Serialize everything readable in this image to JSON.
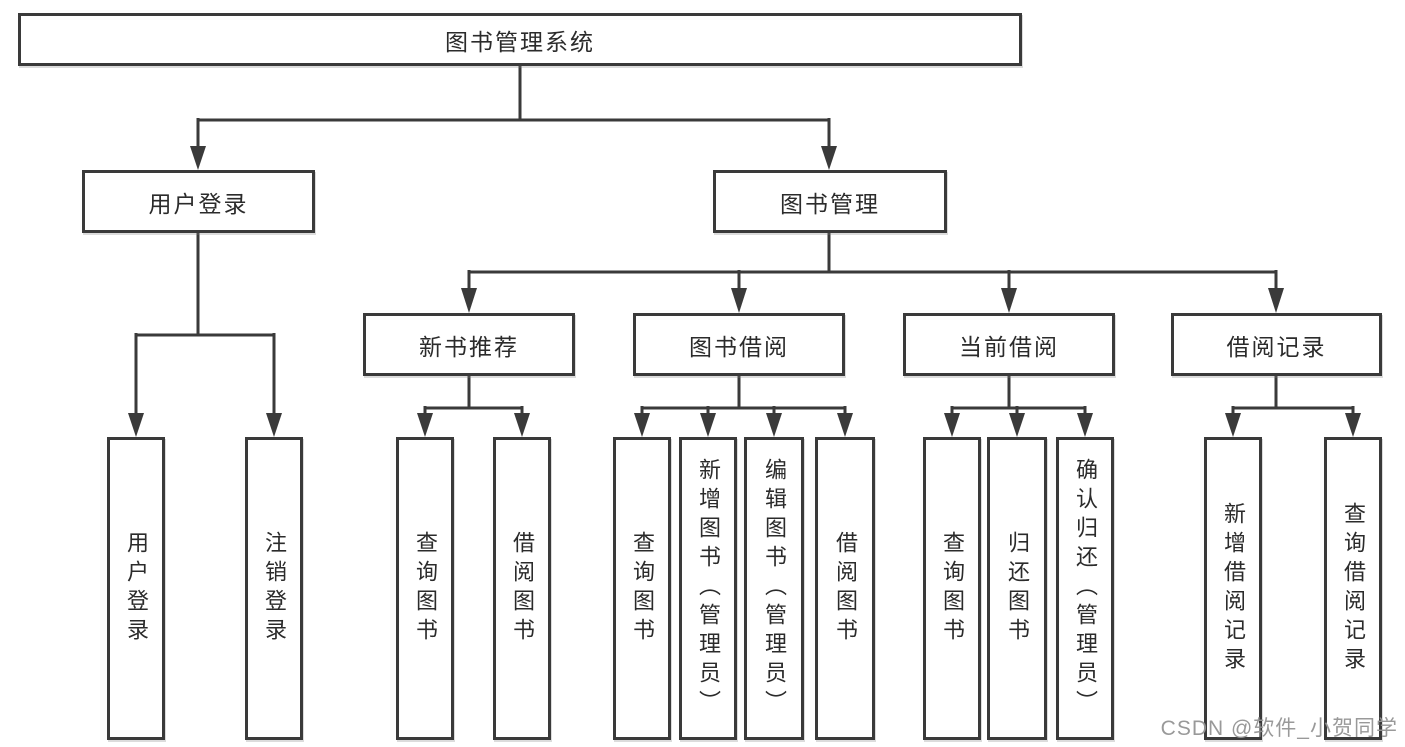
{
  "colors": {
    "line": "#3a3a3a",
    "box_border": "#3a3a3a",
    "text": "#2b2b2b",
    "watermark": "#949494",
    "background": "#ffffff"
  },
  "watermark": {
    "text": "CSDN @软件_小贺同学"
  },
  "tree": {
    "label": "图书管理系统",
    "children": [
      {
        "label": "用户登录",
        "children": [
          {
            "label": "用户登录"
          },
          {
            "label": "注销登录"
          }
        ]
      },
      {
        "label": "图书管理",
        "children": [
          {
            "label": "新书推荐",
            "children": [
              {
                "label": "查询图书"
              },
              {
                "label": "借阅图书"
              }
            ]
          },
          {
            "label": "图书借阅",
            "children": [
              {
                "label": "查询图书"
              },
              {
                "label": "新增图书（管理员）"
              },
              {
                "label": "编辑图书（管理员）"
              },
              {
                "label": "借阅图书"
              }
            ]
          },
          {
            "label": "当前借阅",
            "children": [
              {
                "label": "查询图书"
              },
              {
                "label": "归还图书"
              },
              {
                "label": "确认归还（管理员）"
              }
            ]
          },
          {
            "label": "借阅记录",
            "children": [
              {
                "label": "新增借阅记录"
              },
              {
                "label": "查询借阅记录"
              }
            ]
          }
        ]
      }
    ]
  }
}
